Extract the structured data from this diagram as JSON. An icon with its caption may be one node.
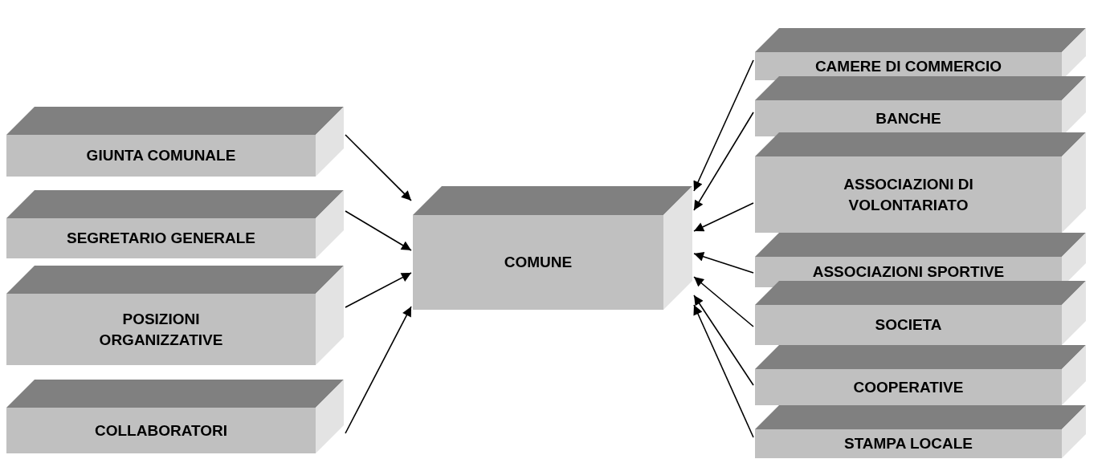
{
  "diagram": {
    "nodes": [
      {
        "text": [
          "GIUNTA COMUNALE"
        ]
      },
      {
        "text": [
          "SEGRETARIO GENERALE"
        ]
      },
      {
        "text": [
          "POSIZIONI ORGANIZZATIVE"
        ]
      },
      {
        "text": [
          "COLLABORATORI"
        ]
      },
      {
        "text": [
          "COMUNE"
        ]
      },
      {
        "text": [
          "CAMERE DI COMMERCIO"
        ]
      },
      {
        "text": [
          "BANCHE"
        ]
      },
      {
        "text": [
          "ASSOCIAZIONI DI VOLONTARIATO"
        ]
      },
      {
        "text": [
          "ASSOCIAZIONI SPORTIVE"
        ]
      },
      {
        "text": [
          "SOCIETA"
        ]
      },
      {
        "text": [
          "COOPERATIVE"
        ]
      },
      {
        "text": [
          "STAMPA LOCALE"
        ]
      }
    ],
    "edges": [
      {
        "from": 0,
        "to": 4,
        "arrow": "to"
      },
      {
        "from": 1,
        "to": 4,
        "arrow": "to"
      },
      {
        "from": 2,
        "to": 4,
        "arrow": "to"
      },
      {
        "from": 3,
        "to": 4,
        "arrow": "to"
      },
      {
        "from": 5,
        "to": 4,
        "arrow": "to"
      },
      {
        "from": 6,
        "to": 4,
        "arrow": "to"
      },
      {
        "from": 7,
        "to": 4,
        "arrow": "to"
      },
      {
        "from": 8,
        "to": 4,
        "arrow": "to"
      },
      {
        "from": 9,
        "to": 4,
        "arrow": "to"
      },
      {
        "from": 10,
        "to": 4,
        "arrow": "to"
      },
      {
        "from": 11,
        "to": 4,
        "arrow": "to"
      }
    ]
  }
}
